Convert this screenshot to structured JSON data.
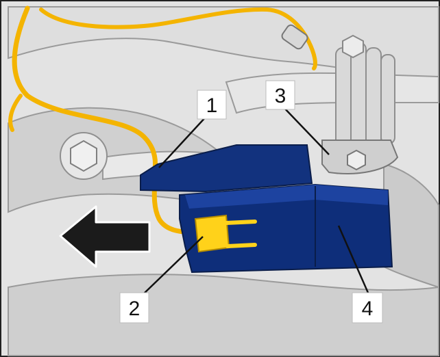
{
  "callouts": [
    {
      "label": "1"
    },
    {
      "label": "2"
    },
    {
      "label": "3"
    },
    {
      "label": "4"
    }
  ],
  "colors": {
    "background_metal": "#dcdcdc",
    "metal_shadow": "#bdbdbd",
    "connector_blue": "#0e2e7a",
    "wire_yellow": "#f4b400",
    "terminal_yellow": "#ffd21a",
    "arrow_black": "#1b1b1b",
    "outline": "#222222"
  },
  "icons": {
    "direction": "arrow-left-icon"
  }
}
